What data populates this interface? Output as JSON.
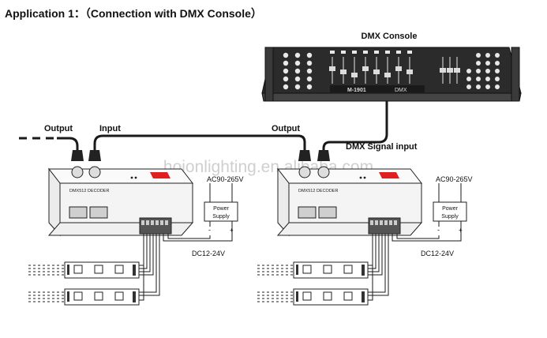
{
  "title": "Application 1：（Connection with DMX Console）",
  "watermark": "hojonlighting.en.alibaba.com",
  "console": {
    "label": "DMX Console",
    "brand": "M-1901",
    "dmx_text": "DMX"
  },
  "signal_labels": {
    "output_left": "Output",
    "input_left": "Input",
    "output_right": "Output",
    "dmx_signal_input": "DMX Signal input"
  },
  "decoders": [
    {
      "label": "DMX512 DECODER",
      "ac": "AC90-265V",
      "psu_line1": "Power",
      "psu_line2": "Supply",
      "minus": "-",
      "plus": "+",
      "dc": "DC12-24V"
    },
    {
      "label": "DMX512 DECODER",
      "ac": "AC90-265V",
      "psu_line1": "Power",
      "psu_line2": "Supply",
      "minus": "-",
      "plus": "+",
      "dc": "DC12-24V"
    }
  ],
  "colors": {
    "line": "#1a1a1a",
    "box_fill": "#f4f4f4",
    "console_body": "#2b2b2b",
    "indicator_red": "#e02020"
  }
}
